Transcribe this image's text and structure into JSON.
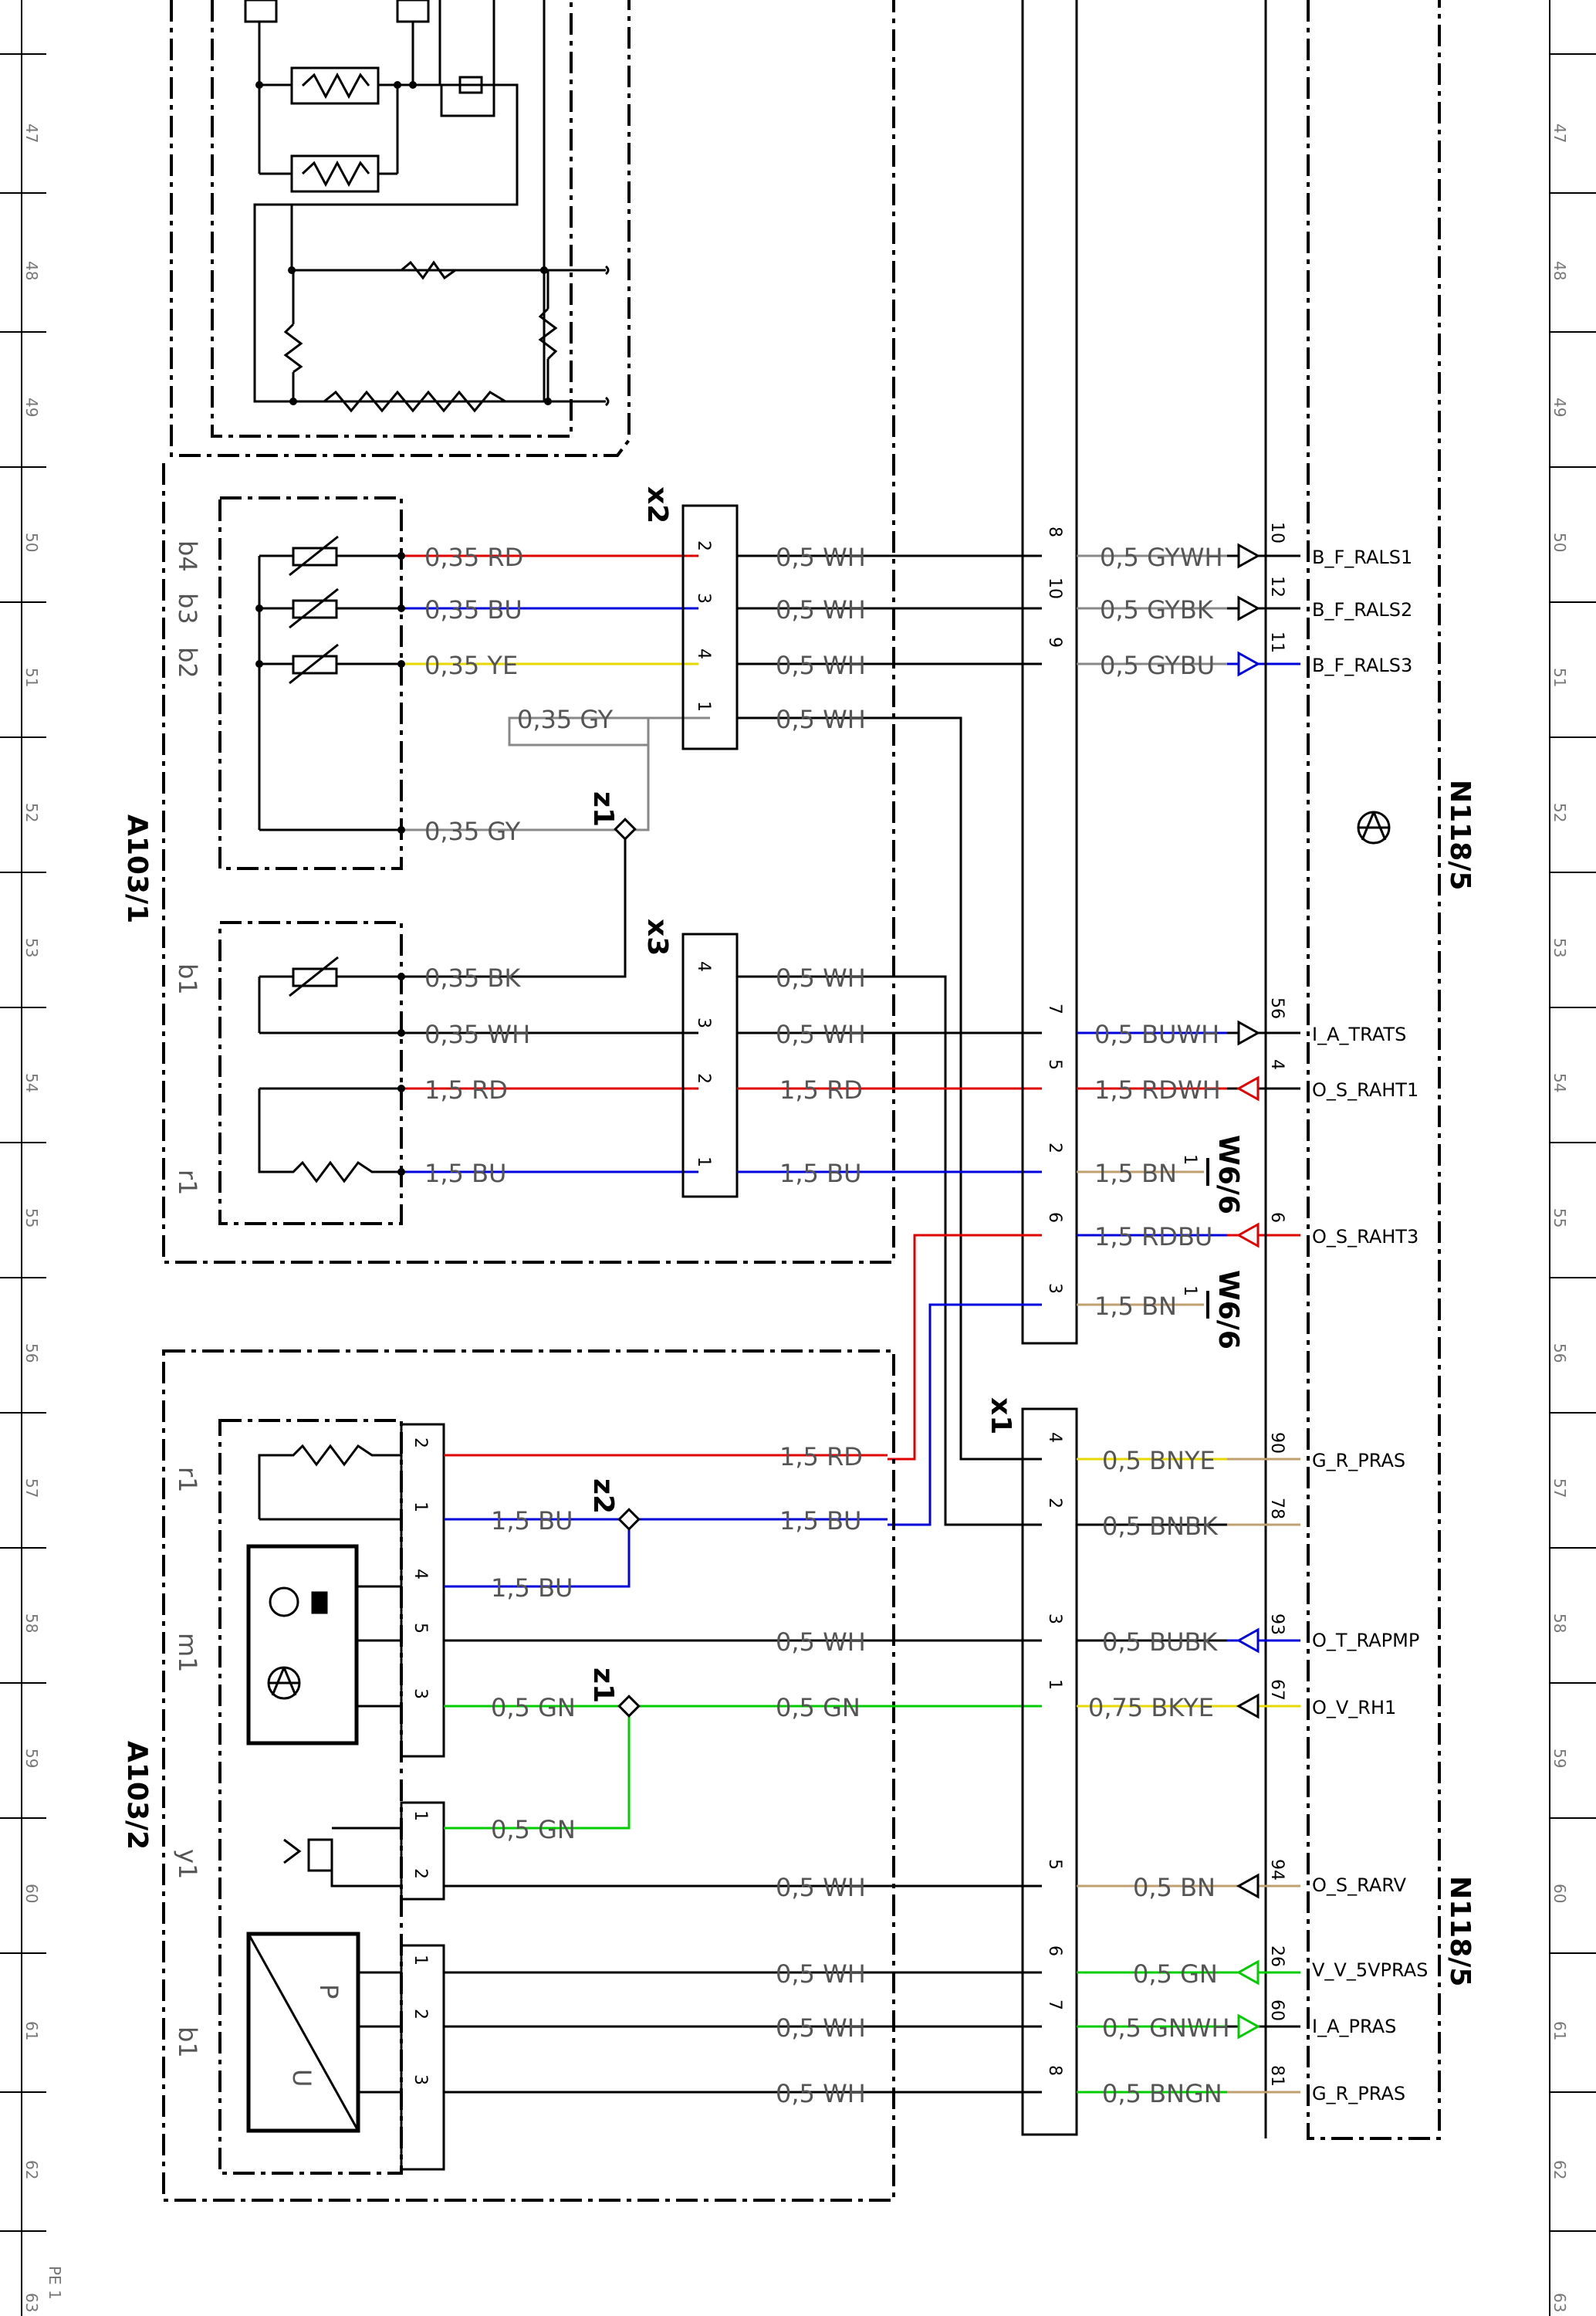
{
  "frame": {
    "row_numbers": [
      "47",
      "48",
      "49",
      "50",
      "51",
      "52",
      "53",
      "54",
      "55",
      "56",
      "57",
      "58",
      "59",
      "60",
      "61",
      "62",
      "63"
    ],
    "corner_label": "PE 1"
  },
  "colors": {
    "RD": "#e00000",
    "BU": "#0000dd",
    "YE": "#e6d800",
    "GY": "#888888",
    "BK": "#000000",
    "WH": "#000000",
    "GN": "#00cc00",
    "BN": "#c0a070"
  },
  "modules": {
    "a1031": {
      "name": "A103/1"
    },
    "a1032": {
      "name": "A103/2"
    },
    "n1185_top": {
      "name": "N118/5"
    },
    "n1185_bot": {
      "name": "N118/5"
    }
  },
  "connectors": {
    "x1": "x1",
    "x2": "x2",
    "x3": "x3",
    "z1_top": "z1",
    "z2": "z2",
    "z1_bot": "z1",
    "w66_a": "W6/6",
    "w66_b": "W6/6"
  },
  "components": {
    "b4": "b4",
    "b3": "b3",
    "b2": "b2",
    "b1_top": "b1",
    "r1_top": "r1",
    "r1_bot": "r1",
    "m1": "m1",
    "y1": "y1",
    "b1_bot": "b1",
    "p_label": "P",
    "u_label": "U"
  },
  "wire_labels": {
    "a_rd": "0,35 RD",
    "a_bu": "0,35 BU",
    "a_ye": "0,35 YE",
    "a_gy1": "0,35 GY",
    "a_gy2": "0,35 GY",
    "a_bk": "0,35 BK",
    "a_wh": "0,35 WH",
    "a_rd15": "1,5 RD",
    "a_bu15": "1,5 BU",
    "x2_wh1": "0,5 WH",
    "x2_wh2": "0,5 WH",
    "x2_wh3": "0,5 WH",
    "x2_wh4": "0,5 WH",
    "x3_wh1": "0,5 WH",
    "x3_wh2": "0,5 WH",
    "x3_rd": "1,5 RD",
    "x3_bu": "1,5 BU",
    "n_gywh": "0,5 GYWH",
    "n_gybk": "0,5 GYBK",
    "n_gybu": "0,5 GYBU",
    "n_buwh": "0,5 BUWH",
    "n_rdwh": "1,5 RDWH",
    "n_bn1": "1,5 BN",
    "n_rdbu": "1,5 RDBU",
    "n_bn2": "1,5 BN",
    "b_rd": "1,5 RD",
    "b_bu1": "1,5 BU",
    "b_bu2": "1,5 BU",
    "b_bu3": "1,5 BU",
    "b_wh1": "0,5 WH",
    "b_gn1": "0,5 GN",
    "b_gn2": "0,5 GN",
    "b_gn3": "0,5 GN",
    "b_wh2": "0,5 WH",
    "b_wh3": "0,5 WH",
    "b_wh4": "0,5 WH",
    "b_wh5": "0,5 WH",
    "x1_bnye": "0,5 BNYE",
    "x1_bnbk": "0,5 BNBK",
    "x1_bubk": "0,5 BUBK",
    "x1_bkye": "0,75 BKYE",
    "x1_bn": "0,5 BN",
    "x1_gn": "0,5 GN",
    "x1_gnwh": "0,5 GNWH",
    "x1_bngn": "0,5 BNGN"
  },
  "signals": {
    "s1": "B_F_RALS1",
    "s2": "B_F_RALS2",
    "s3": "B_F_RALS3",
    "s4": "I_A_TRATS",
    "s5": "O_S_RAHT1",
    "s6": "O_S_RAHT3",
    "s7": "G_R_PRAS",
    "s8": "O_T_RAPMP",
    "s9": "O_V_RH1",
    "s10": "O_S_RARV",
    "s11": "V_V_5VPRAS",
    "s12": "I_A_PRAS",
    "s13": "G_R_PRAS"
  },
  "pins": {
    "x2": [
      "2",
      "3",
      "4",
      "1"
    ],
    "x3": [
      "4",
      "3",
      "2",
      "1"
    ],
    "top_mid": [
      "8",
      "10",
      "9",
      "7",
      "5",
      "2",
      "6",
      "3"
    ],
    "top_n": [
      "10",
      "12",
      "11",
      "56",
      "4",
      "6"
    ],
    "x1": [
      "4",
      "2",
      "3",
      "1",
      "5",
      "6",
      "7",
      "8"
    ],
    "bot_n": [
      "90",
      "78",
      "93",
      "67",
      "94",
      "26",
      "60",
      "81"
    ],
    "a1032_r1": [
      "2",
      "1"
    ],
    "a1032_m1": [
      "4",
      "5",
      "3"
    ],
    "a1032_y1": [
      "1",
      "2"
    ],
    "a1032_b1": [
      "1",
      "2",
      "3"
    ],
    "w66": [
      "1",
      "1"
    ]
  }
}
